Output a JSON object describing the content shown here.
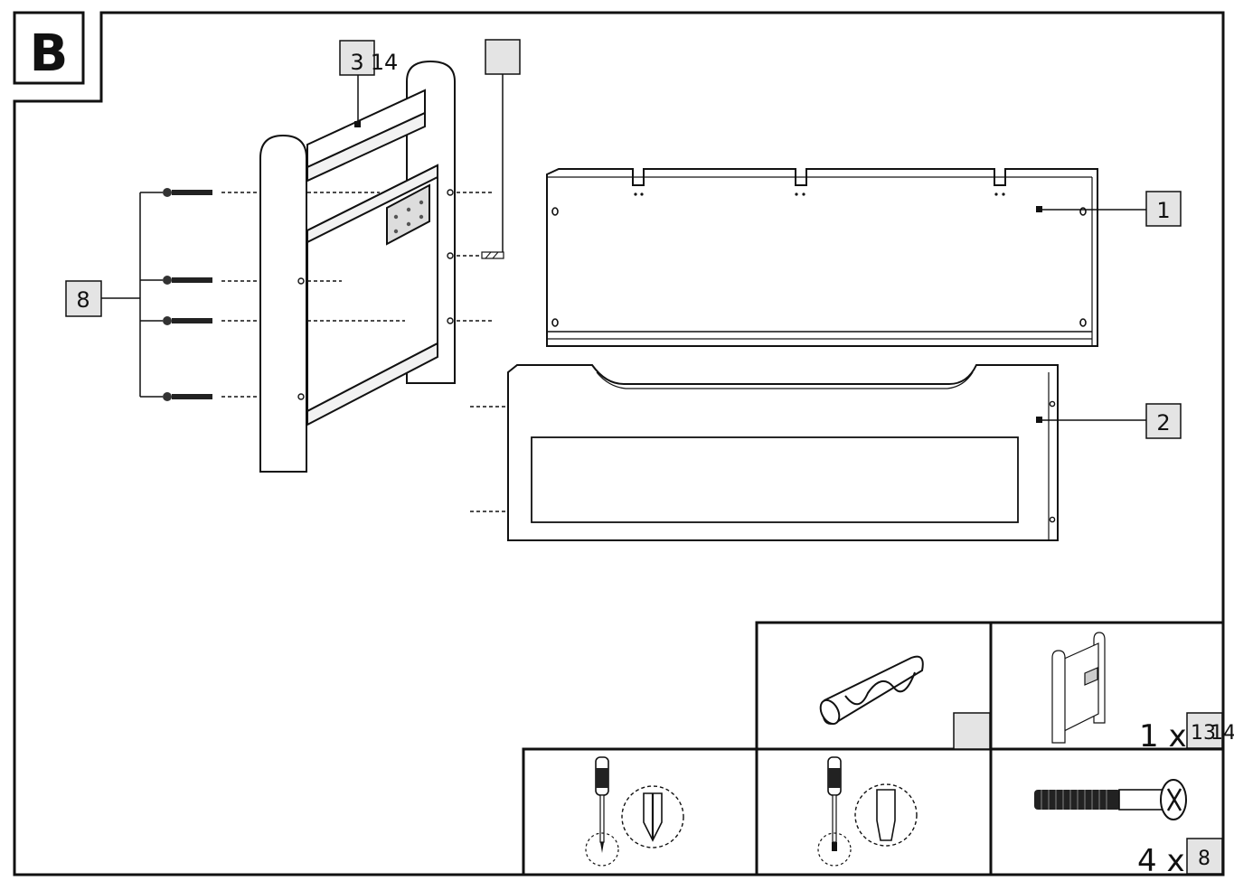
{
  "step": {
    "letter": "B"
  },
  "callouts": {
    "rail_left": "3",
    "rail_right": "14",
    "long_board": "1",
    "front_board": "2",
    "screws": "8",
    "dowel_top": ""
  },
  "legend": {
    "dowel_label": "",
    "frame_qty": "1 x",
    "frame_label": "13",
    "frame_label_suffix": "14",
    "screw_qty": "4 x",
    "screw_label": "8"
  }
}
